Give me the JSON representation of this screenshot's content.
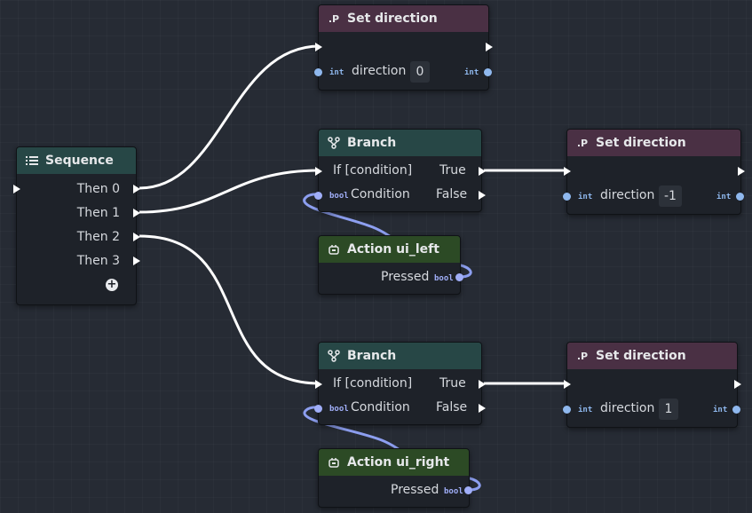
{
  "nodes": {
    "sequence": {
      "title": "Sequence",
      "icon": "list-icon",
      "outputs": [
        "Then 0",
        "Then 1",
        "Then 2",
        "Then 3"
      ]
    },
    "set_direction_1": {
      "title": "Set direction",
      "icon_text": ".P",
      "input_label": "direction",
      "type": "int",
      "value": "0"
    },
    "branch_1": {
      "title": "Branch",
      "input_label": "If [condition]",
      "condition_label": "Condition",
      "condition_type": "bool",
      "true_label": "True",
      "false_label": "False"
    },
    "set_direction_2": {
      "title": "Set direction",
      "icon_text": ".P",
      "input_label": "direction",
      "type": "int",
      "value": "-1"
    },
    "action_left": {
      "title": "Action ui_left",
      "output_label": "Pressed",
      "type": "bool"
    },
    "branch_2": {
      "title": "Branch",
      "input_label": "If [condition]",
      "condition_label": "Condition",
      "condition_type": "bool",
      "true_label": "True",
      "false_label": "False"
    },
    "set_direction_3": {
      "title": "Set direction",
      "icon_text": ".P",
      "input_label": "direction",
      "type": "int",
      "value": "1"
    },
    "action_right": {
      "title": "Action ui_right",
      "output_label": "Pressed",
      "type": "bool"
    }
  },
  "colors": {
    "background": "#262b34",
    "node_body": "#1e2229",
    "header_property": "#4a3044",
    "header_flow": "#274746",
    "header_action": "#2c4a25",
    "exec_wire": "#ffffff",
    "bool_wire": "#8d9ff0",
    "int_port": "#8fb8ee"
  }
}
